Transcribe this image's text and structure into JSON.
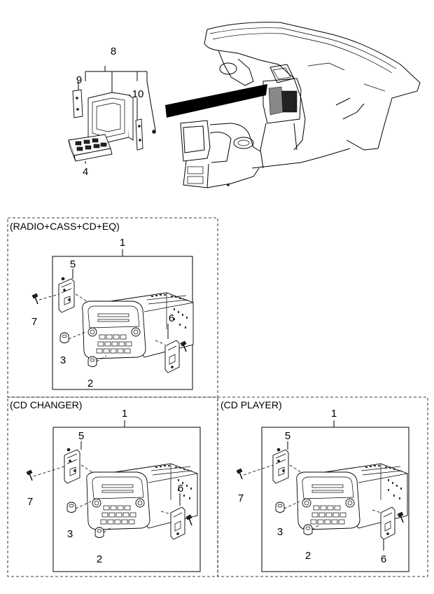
{
  "diagram": {
    "top": {
      "callouts": [
        "8",
        "9",
        "10",
        "4"
      ]
    },
    "sections": [
      {
        "id": "radio",
        "title": "(RADIO+CASS+CD+EQ)",
        "main_label": "1",
        "labels": [
          "5",
          "7",
          "6",
          "3",
          "2"
        ]
      },
      {
        "id": "changer",
        "title": "(CD CHANGER)",
        "main_label": "1",
        "labels": [
          "5",
          "7",
          "6",
          "3",
          "2"
        ]
      },
      {
        "id": "player",
        "title": "(CD PLAYER)",
        "main_label": "1",
        "labels": [
          "5",
          "7",
          "3",
          "2",
          "6"
        ]
      }
    ]
  }
}
